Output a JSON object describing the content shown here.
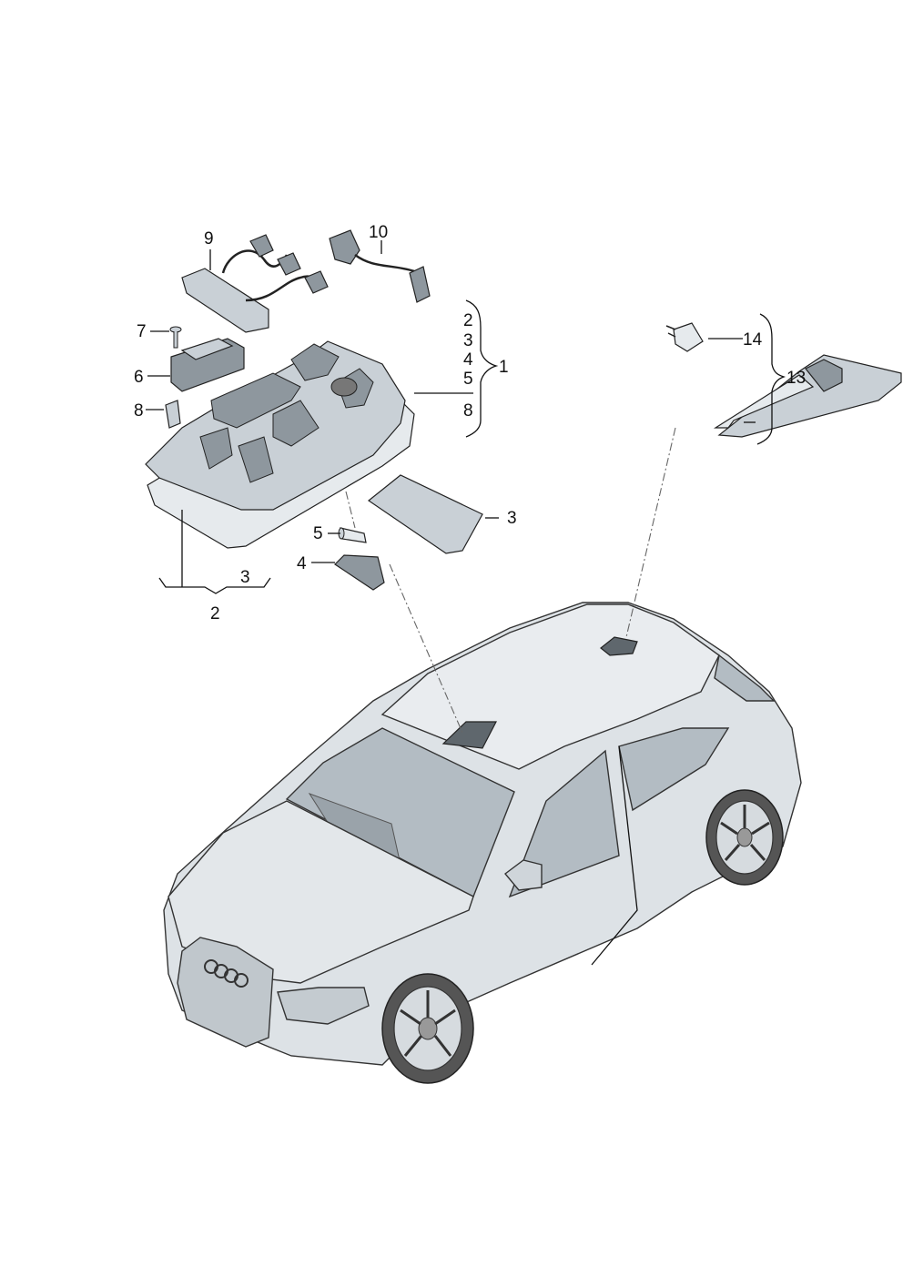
{
  "colors": {
    "part_fill": "#c9d0d6",
    "part_dark": "#8e979e",
    "part_light": "#e6eaed",
    "car_body": "#dde2e6",
    "car_roof": "#e9ecef",
    "glass": "#b3bcc3",
    "glass_dark": "#8e979e",
    "highlight": "#5f676d"
  },
  "callouts": {
    "c9": "9",
    "c10": "10",
    "c7": "7",
    "c6": "6",
    "c8": "8",
    "b2": "2",
    "b3": "3",
    "b4": "4",
    "b5": "5",
    "b8": "8",
    "b1": "1",
    "c14": "14",
    "c13": "13",
    "c5": "5",
    "c4": "4",
    "c3_lens": "3",
    "c3_bottom": "3",
    "c2_bottom": "2"
  }
}
